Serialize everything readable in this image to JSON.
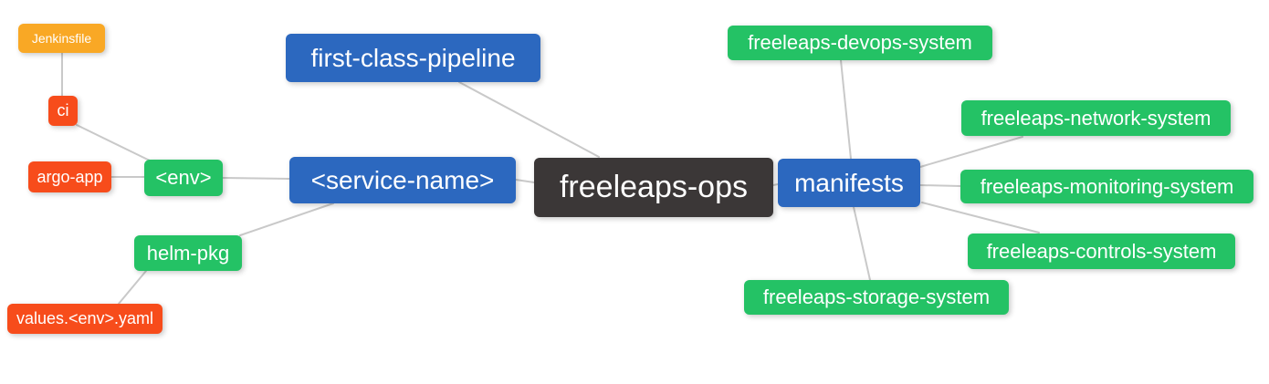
{
  "diagram": {
    "type": "mindmap",
    "root_label": "freeleaps-ops",
    "palette": {
      "root_bg": "#3b3737",
      "branch_bg": "#2c68bf",
      "green_bg": "#24c265",
      "red_bg": "#f74c1b",
      "orange_bg": "#f9a825",
      "edge_line": "#c9c9c9",
      "node_text": "#ffffff",
      "background": "#ffffff"
    },
    "nodes": [
      {
        "id": "freeleaps-ops",
        "label": "freeleaps-ops",
        "level": 0,
        "color": "dark"
      },
      {
        "id": "first-class-pipeline",
        "label": "first-class-pipeline",
        "level": 1,
        "color": "blue"
      },
      {
        "id": "service-name",
        "label": "<service-name>",
        "level": 1,
        "color": "blue"
      },
      {
        "id": "manifests",
        "label": "manifests",
        "level": 1,
        "color": "blue"
      },
      {
        "id": "env",
        "label": "<env>",
        "level": 2,
        "color": "green"
      },
      {
        "id": "helm-pkg",
        "label": "helm-pkg",
        "level": 2,
        "color": "green"
      },
      {
        "id": "ci",
        "label": "ci",
        "level": 3,
        "color": "red"
      },
      {
        "id": "argo-app",
        "label": "argo-app",
        "level": 3,
        "color": "red"
      },
      {
        "id": "values-env-yaml",
        "label": "values.<env>.yaml",
        "level": 3,
        "color": "red"
      },
      {
        "id": "jenkinsfile",
        "label": "Jenkinsfile",
        "level": 4,
        "color": "orange"
      },
      {
        "id": "freeleaps-devops-system",
        "label": "freeleaps-devops-system",
        "level": 2,
        "color": "green"
      },
      {
        "id": "freeleaps-network-system",
        "label": "freeleaps-network-system",
        "level": 2,
        "color": "green"
      },
      {
        "id": "freeleaps-monitoring-system",
        "label": "freeleaps-monitoring-system",
        "level": 2,
        "color": "green"
      },
      {
        "id": "freeleaps-controls-system",
        "label": "freeleaps-controls-system",
        "level": 2,
        "color": "green"
      },
      {
        "id": "freeleaps-storage-system",
        "label": "freeleaps-storage-system",
        "level": 2,
        "color": "green"
      }
    ],
    "edges": [
      {
        "from": "jenkinsfile",
        "to": "ci"
      },
      {
        "from": "ci",
        "to": "env"
      },
      {
        "from": "argo-app",
        "to": "env"
      },
      {
        "from": "env",
        "to": "service-name"
      },
      {
        "from": "service-name",
        "to": "helm-pkg"
      },
      {
        "from": "helm-pkg",
        "to": "values-env-yaml"
      },
      {
        "from": "service-name",
        "to": "freeleaps-ops"
      },
      {
        "from": "first-class-pipeline",
        "to": "freeleaps-ops"
      },
      {
        "from": "freeleaps-ops",
        "to": "manifests"
      },
      {
        "from": "manifests",
        "to": "freeleaps-devops-system"
      },
      {
        "from": "manifests",
        "to": "freeleaps-network-system"
      },
      {
        "from": "manifests",
        "to": "freeleaps-monitoring-system"
      },
      {
        "from": "manifests",
        "to": "freeleaps-controls-system"
      },
      {
        "from": "manifests",
        "to": "freeleaps-storage-system"
      }
    ]
  }
}
